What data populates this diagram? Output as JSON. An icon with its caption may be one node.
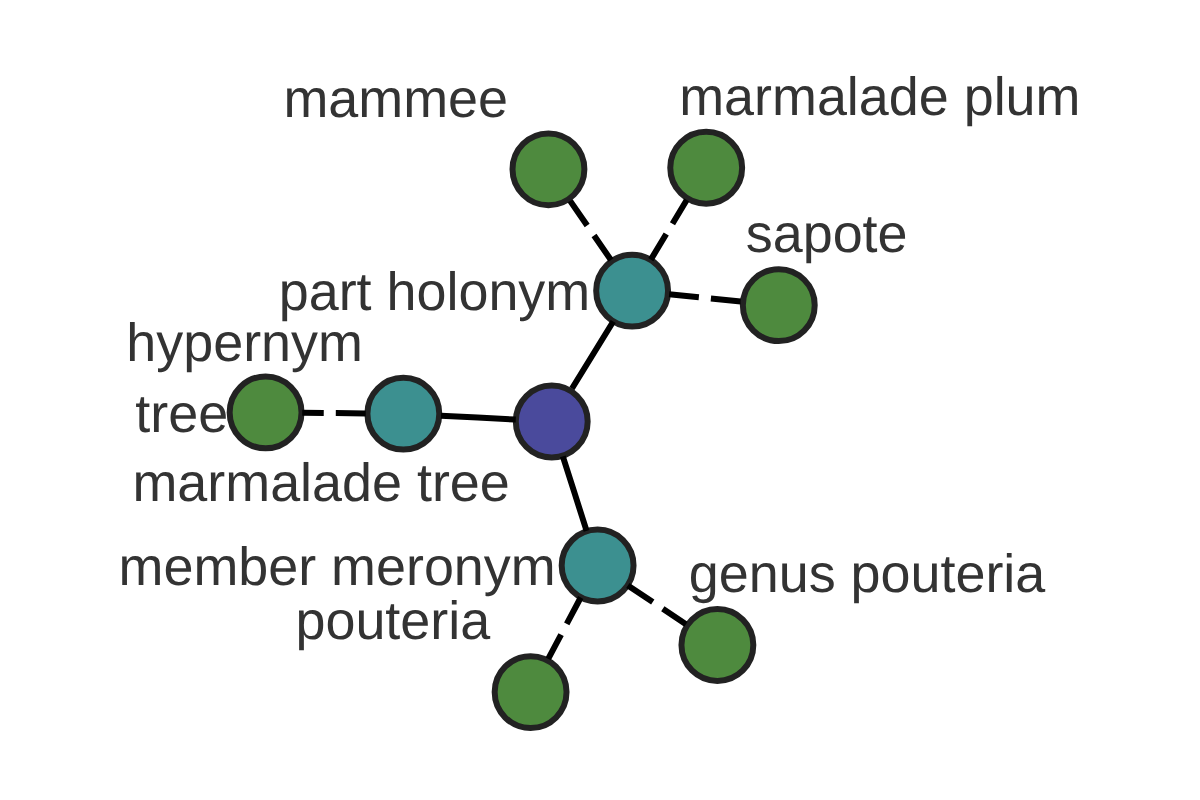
{
  "diagram": {
    "nodes": [
      {
        "text": [],
        "shape": "circle",
        "beside": [
          "marmalade tree"
        ]
      },
      {
        "text": [],
        "shape": "circle",
        "beside": [
          "part holonym"
        ]
      },
      {
        "text": [],
        "shape": "circle",
        "beside": [
          "sapote"
        ]
      },
      {
        "text": [],
        "shape": "circle",
        "beside": [
          "mammee"
        ]
      },
      {
        "text": [],
        "shape": "circle",
        "beside": [
          "marmalade plum"
        ]
      },
      {
        "text": [],
        "shape": "circle",
        "beside": [
          "hypernym"
        ]
      },
      {
        "text": [],
        "shape": "circle",
        "beside": [
          "tree"
        ]
      },
      {
        "text": [],
        "shape": "circle",
        "beside": [
          "member meronym"
        ]
      },
      {
        "text": [],
        "shape": "circle",
        "beside": [
          "pouteria"
        ]
      },
      {
        "text": [],
        "shape": "circle",
        "beside": [
          "genus pouteria"
        ]
      }
    ],
    "edges": [
      {
        "from": 0,
        "to": 1,
        "arrow": "none"
      },
      {
        "from": 1,
        "to": 2,
        "arrow": "none",
        "style": "dashed"
      },
      {
        "from": 1,
        "to": 3,
        "arrow": "none",
        "style": "dashed"
      },
      {
        "from": 1,
        "to": 4,
        "arrow": "none",
        "style": "dashed"
      },
      {
        "from": 0,
        "to": 5,
        "arrow": "none"
      },
      {
        "from": 5,
        "to": 6,
        "arrow": "none",
        "style": "dashed"
      },
      {
        "from": 0,
        "to": 7,
        "arrow": "none"
      },
      {
        "from": 7,
        "to": 8,
        "arrow": "none",
        "style": "dashed"
      },
      {
        "from": 7,
        "to": 9,
        "arrow": "none",
        "style": "dashed"
      }
    ]
  }
}
